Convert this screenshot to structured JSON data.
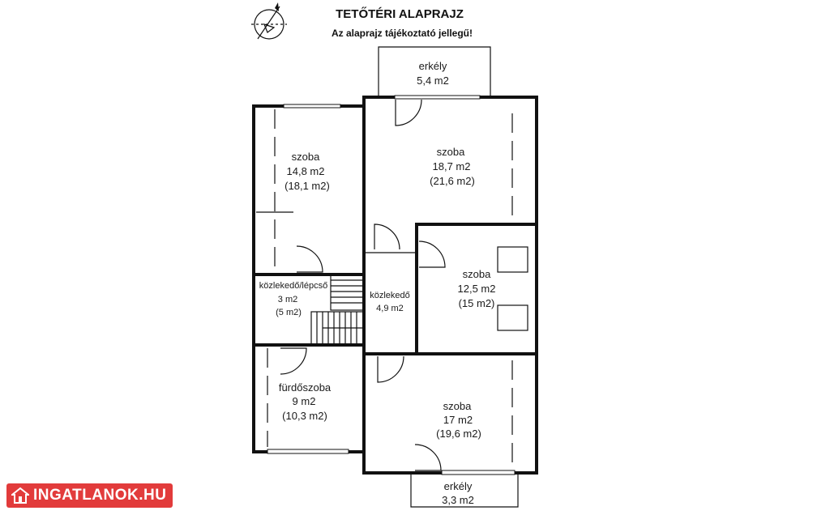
{
  "header": {
    "title": "TETŐTÉRI ALAPRAJZ",
    "subtitle": "Az alaprajz tájékoztató jellegű!"
  },
  "compass_icon": "north-arrow-icon",
  "rooms": {
    "balcony_top": {
      "name": "erkély",
      "area": "5,4 m2"
    },
    "room_nw": {
      "name": "szoba",
      "area": "14,8 m2",
      "gross": "(18,1 m2)"
    },
    "room_ne": {
      "name": "szoba",
      "area": "18,7 m2",
      "gross": "(21,6 m2)"
    },
    "stair_hall": {
      "name": "közlekedő/lépcső",
      "area": "3 m2",
      "gross": "(5 m2)"
    },
    "corridor": {
      "name": "közlekedő",
      "area": "4,9 m2"
    },
    "room_e": {
      "name": "szoba",
      "area": "12,5 m2",
      "gross": "(15 m2)"
    },
    "bathroom": {
      "name": "fürdőszoba",
      "area": "9 m2",
      "gross": "(10,3 m2)"
    },
    "room_se": {
      "name": "szoba",
      "area": "17 m2",
      "gross": "(19,6 m2)"
    },
    "balcony_bottom": {
      "name": "erkély",
      "area": "3,3 m2"
    }
  },
  "logo": {
    "text": "INGATLANOK.HU",
    "color": "#e23b3b"
  }
}
